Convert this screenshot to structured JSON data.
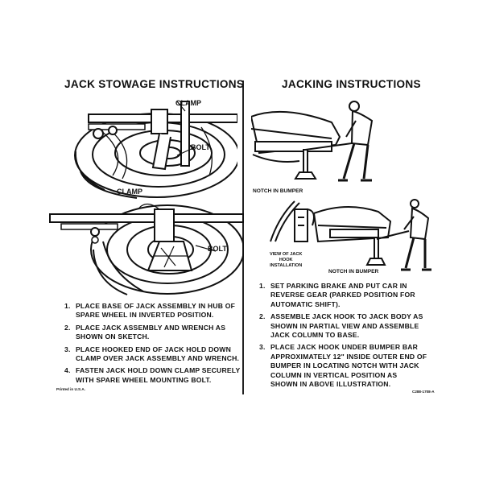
{
  "left": {
    "heading": "JACK STOWAGE INSTRUCTIONS",
    "callouts": {
      "clamp_top": "CLAMP",
      "bolt_top": "BOLT",
      "clamp_bottom": "CLAMP",
      "bolt_bottom": "BOLT"
    },
    "steps": [
      {
        "num": "1.",
        "text": "PLACE BASE OF JACK ASSEMBLY IN HUB OF\nSPARE WHEEL IN INVERTED POSITION."
      },
      {
        "num": "2.",
        "text": "PLACE JACK ASSEMBLY AND WRENCH AS\nSHOWN ON SKETCH."
      },
      {
        "num": "3.",
        "text": "PLACE HOOKED END OF JACK HOLD DOWN\nCLAMP OVER JACK ASSEMBLY AND WRENCH."
      },
      {
        "num": "4.",
        "text": "FASTEN JACK HOLD DOWN CLAMP SECURELY\nWITH SPARE WHEEL MOUNTING BOLT."
      }
    ],
    "printed": "Printed in U.S.A."
  },
  "right": {
    "heading": "JACKING  INSTRUCTIONS",
    "callouts": {
      "notch_top": "NOTCH IN BUMPER",
      "view_hook": "VIEW OF JACK\nHOOK\nINSTALLATION",
      "notch_bottom": "NOTCH IN BUMPER"
    },
    "steps": [
      {
        "num": "1.",
        "text": "SET PARKING BRAKE AND PUT CAR IN\nREVERSE GEAR (PARKED POSITION FOR\nAUTOMATIC SHIFT)."
      },
      {
        "num": "2.",
        "text": "ASSEMBLE JACK HOOK TO JACK BODY AS\nSHOWN IN PARTIAL VIEW AND ASSEMBLE\nJACK COLUMN TO BASE."
      },
      {
        "num": "3.",
        "text": "PLACE JACK HOOK UNDER BUMPER BAR\nAPPROXIMATELY 12\" INSIDE OUTER END OF\nBUMPER IN LOCATING NOTCH WITH JACK\nCOLUMN IN VERTICAL POSITION AS\nSHOWN IN ABOVE ILLUSTRATION."
      }
    ],
    "part_number": "C288-1708-A"
  }
}
